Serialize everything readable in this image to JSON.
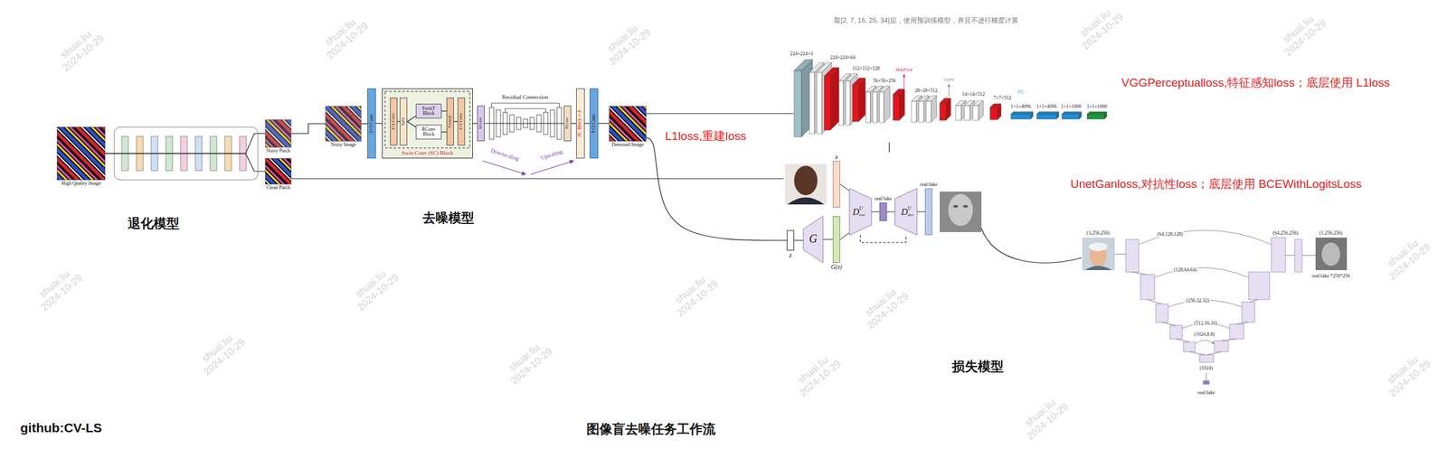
{
  "diagram": {
    "caption": "图像盲去噪任务工作流",
    "nodes": [
      {
        "text": [
          "High Quality Image"
        ]
      },
      {
        "text": [
          "Noisy Patch"
        ]
      },
      {
        "text": [
          "Clean Patch"
        ]
      },
      {
        "text": [
          "Noisy Image"
        ]
      },
      {
        "text": [
          "3×3 Conv"
        ]
      },
      {
        "text": [
          "Swin-Conv (SC) Block"
        ]
      },
      {
        "text": [
          "1×1 Conv"
        ],
        "in": 5
      },
      {
        "text": [
          "Split"
        ],
        "in": 5
      },
      {
        "text": [
          "SwinT Block"
        ],
        "in": 5
      },
      {
        "text": [
          "RConv Block"
        ],
        "in": 5
      },
      {
        "text": [
          "Concat"
        ],
        "in": 5
      },
      {
        "text": [
          "1×1 Conv"
        ],
        "in": 5
      },
      {
        "text": [
          "SConv"
        ]
      },
      {
        "text": [
          "TConv"
        ]
      },
      {
        "text": [
          "SC Block × 4"
        ]
      },
      {
        "text": [
          "3×3 Conv"
        ]
      },
      {
        "text": [
          "Denoised Image"
        ]
      },
      {
        "text": [
          "x"
        ]
      },
      {
        "text": [
          "z"
        ]
      },
      {
        "text": [
          "G"
        ]
      },
      {
        "text": [
          "G(z)"
        ]
      },
      {
        "text": [
          "D",
          "U",
          "enc"
        ]
      },
      {
        "text": [
          "real/fake"
        ]
      },
      {
        "text": [
          "D",
          "U",
          "dec"
        ]
      },
      {
        "text": [
          "real/fake"
        ]
      }
    ],
    "edges": [
      {
        "from": 0,
        "to": 1,
        "arrow": "none"
      },
      {
        "from": 0,
        "to": 2,
        "arrow": "none"
      },
      {
        "from": 1,
        "to": 3,
        "arrow": "none"
      },
      {
        "from": 3,
        "to": 4,
        "arrow": "none"
      },
      {
        "from": 4,
        "to": 5,
        "arrow": "none"
      },
      {
        "from": 6,
        "to": 7,
        "arrow": "none"
      },
      {
        "from": 7,
        "to": 8,
        "arrow": "none"
      },
      {
        "from": 7,
        "to": 9,
        "arrow": "none"
      },
      {
        "from": 8,
        "to": 10,
        "arrow": "none"
      },
      {
        "from": 9,
        "to": 10,
        "arrow": "none"
      },
      {
        "from": 10,
        "to": 11,
        "arrow": "none"
      },
      {
        "from": 5,
        "to": 12,
        "arrow": "none"
      },
      {
        "from": 12,
        "to": 13,
        "arrow": "none"
      },
      {
        "from": 13,
        "to": 14,
        "arrow": "none"
      },
      {
        "from": 14,
        "to": 15,
        "arrow": "none"
      },
      {
        "from": 15,
        "to": 16,
        "arrow": "none"
      },
      {
        "from": 16,
        "to": 18,
        "arrow": "none"
      },
      {
        "from": 18,
        "to": 19,
        "arrow": "none"
      },
      {
        "from": 19,
        "to": 20,
        "arrow": "none"
      },
      {
        "from": 17,
        "to": 21,
        "arrow": "none"
      },
      {
        "from": 20,
        "to": 21,
        "arrow": "none"
      },
      {
        "from": 21,
        "to": 22,
        "arrow": "none"
      },
      {
        "from": 22,
        "to": 23,
        "arrow": "none"
      },
      {
        "from": 23,
        "to": 24,
        "arrow": "none"
      },
      {
        "from": 21,
        "to": 23,
        "arrow": "none"
      }
    ],
    "labels": [
      "取[2, 7, 16, 25, 34]层，使用预训练模型，并且不进行梯度计算",
      "Residual Connection",
      "Downscaling",
      "Upscaling",
      "224×224×3",
      "224×224×64",
      "112×112×128",
      "56×56×256",
      "28×28×512",
      "14×14×512",
      "7×7×512",
      "1×1×4096",
      "1×1×4096",
      "1×1×1000",
      "1×1×1000",
      "MaxPool",
      "Conv",
      "FC",
      "L1loss,重建loss",
      "VGGPerceptualloss,特征感知loss；底层使用 L1loss",
      "UnetGanloss,对抗性loss；底层使用 BCEWithLogitsLoss",
      "(3,256,256)",
      "(64,128,128)",
      "(128,64,64)",
      "(256,32,32)",
      "(512,16,16)",
      "(1024,8,8)",
      "(1024)",
      "real/fake",
      "(64,256,256)",
      "(1,256,256)",
      "real/fake *256*256",
      "退化模型",
      "去噪模型",
      "损失模型",
      "github:CV-LS",
      "shuai.liu 2024-10-29",
      "shuai.liu 2024-10-29",
      "shuai.liu 2024-10-29",
      "shuai.liu 2024-10-29",
      "shuai.liu 2024-10-29",
      "shuai.liu 2024-10-29",
      "shuai.liu 2024-10-29",
      "shuai.liu 2024-10-29",
      "shuai.liu 2024-10-29",
      "shuai.liu 2024-10-29",
      "shuai.liu 2024-10-29",
      "shuai.liu 2024-10-29",
      "shuai.liu 2024-10-29",
      "shuai.liu 2024-10-29",
      "shuai.liu 2024-10-29"
    ]
  }
}
